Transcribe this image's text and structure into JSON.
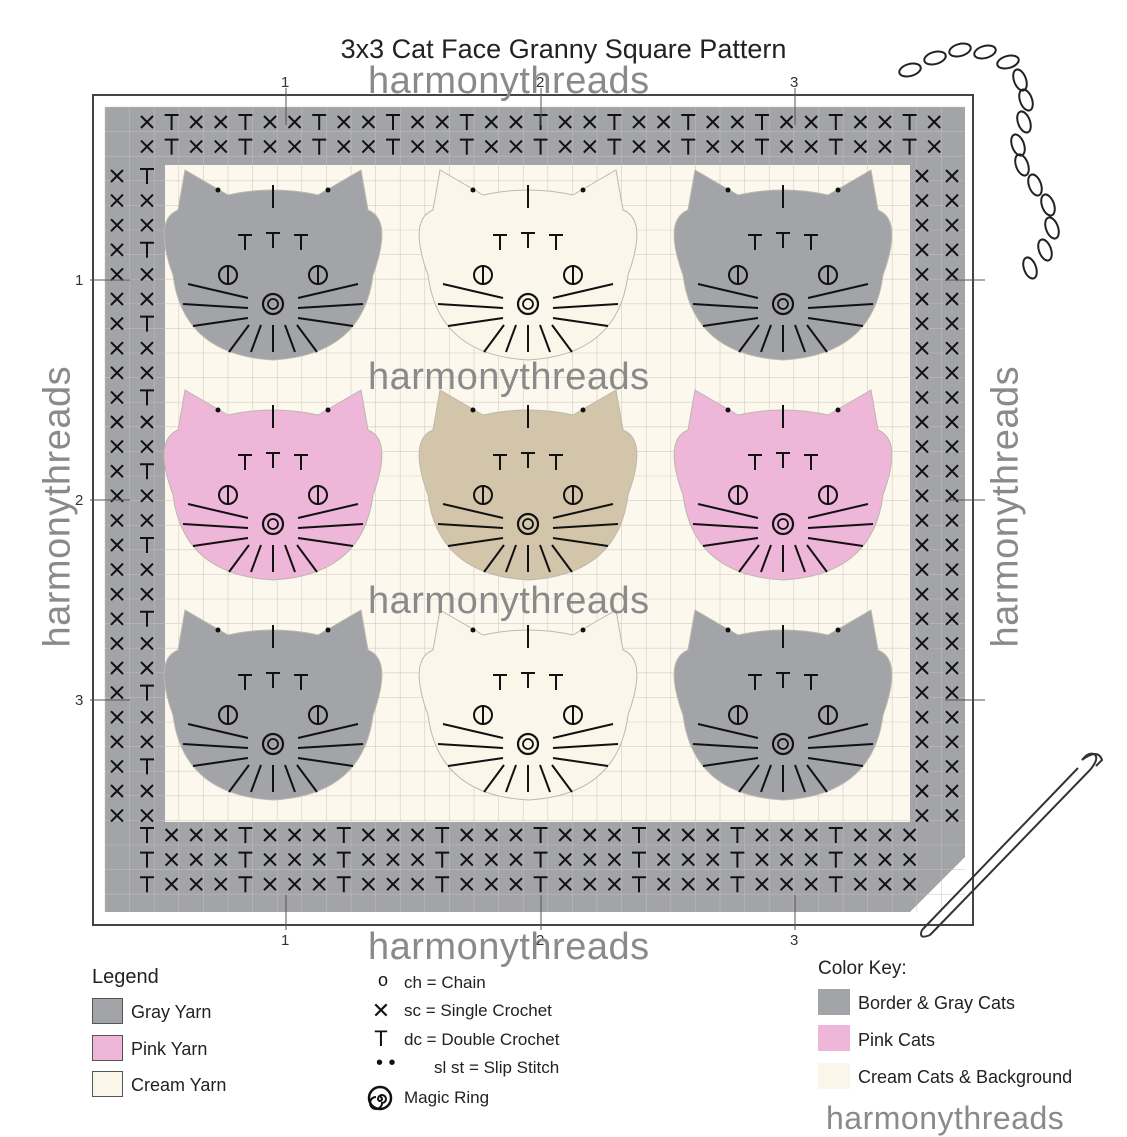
{
  "title": "3x3 Cat Face Granny Square Pattern",
  "watermark": "harmonythreads",
  "column_numbers": [
    "1",
    "2",
    "3"
  ],
  "row_numbers": [
    "1",
    "2",
    "3"
  ],
  "cat_grid": [
    [
      "gray",
      "cream",
      "gray"
    ],
    [
      "pink",
      "tan",
      "pink"
    ],
    [
      "gray",
      "cream",
      "gray"
    ]
  ],
  "colors": {
    "gray": "#a3a4a8",
    "pink": "#eeb6d9",
    "cream": "#fbf6ea",
    "tan": "#d3c5aa",
    "light_cream": "#e8dfcc",
    "background": "#fcf8ee",
    "grid_line": "#c9c3b5",
    "frame": "#444444"
  },
  "legend": {
    "title": "Legend",
    "items": [
      {
        "label": "Gray Yarn",
        "color": "#a3a4a8"
      },
      {
        "label": "Pink Yarn",
        "color": "#eeb6d9"
      },
      {
        "label": "Cream Yarn",
        "color": "#fbf6ea"
      }
    ]
  },
  "symbols": [
    {
      "symbol": "o",
      "label": "ch = Chain"
    },
    {
      "symbol": "✕",
      "label": "sc = Single Crochet"
    },
    {
      "symbol": "T",
      "label": "dc = Double Crochet"
    },
    {
      "symbol": "•  •",
      "label": "sl st = Slip Stitch"
    },
    {
      "symbol": "spiral-icon",
      "label": "Magic Ring"
    }
  ],
  "color_key": {
    "title": "Color Key:",
    "items": [
      {
        "label": "Border & Gray Cats",
        "color": "#a3a4a8"
      },
      {
        "label": "Pink Cats",
        "color": "#eeb6d9"
      },
      {
        "label": "Cream Cats & Background",
        "color": "#fbf6ea"
      }
    ]
  }
}
